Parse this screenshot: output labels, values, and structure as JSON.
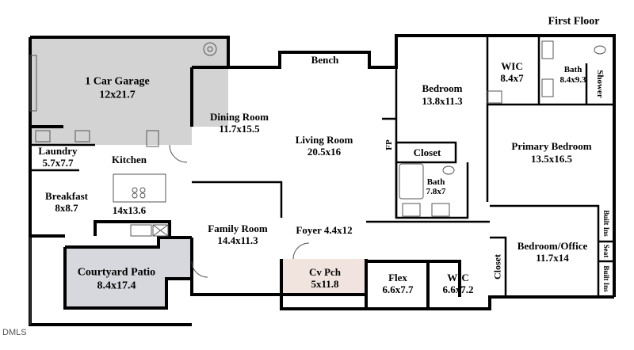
{
  "floor_title": "First Floor",
  "rooms": {
    "garage": {
      "name": "1 Car Garage",
      "size": "12x21.7"
    },
    "laundry": {
      "name": "Laundry",
      "size": "5.7x7.7"
    },
    "kitchen": {
      "name": "Kitchen",
      "size": "14x13.6"
    },
    "breakfast": {
      "name": "Breakfast",
      "size": "8x8.7"
    },
    "dining": {
      "name": "Dining Room",
      "size": "11.7x15.5"
    },
    "living": {
      "name": "Living Room",
      "size": "20.5x16"
    },
    "family": {
      "name": "Family Room",
      "size": "14.4x11.3"
    },
    "foyer": {
      "name": "Foyer 4.4x12"
    },
    "courtyard": {
      "name": "Courtyard Patio",
      "size": "8.4x17.4"
    },
    "cv_pch": {
      "name": "Cv Pch",
      "size": "5x11.8"
    },
    "flex": {
      "name": "Flex",
      "size": "6.6x7.7"
    },
    "wic_lower": {
      "name": "WIC",
      "size": "6.6x7.2"
    },
    "bedroom": {
      "name": "Bedroom",
      "size": "13.8x11.3"
    },
    "closet": {
      "name": "Closet"
    },
    "bath_hall": {
      "name": "Bath",
      "size": "7.8x7"
    },
    "wic_upper": {
      "name": "WIC",
      "size": "8.4x7"
    },
    "bath_primary": {
      "name": "Bath",
      "size": "8.4x9.3"
    },
    "shower": {
      "name": "Shower"
    },
    "primary_bedroom": {
      "name": "Primary Bedroom",
      "size": "13.5x16.5"
    },
    "bedroom_office": {
      "name": "Bedroom/Office",
      "size": "11.7x14"
    },
    "closet_office": {
      "name": "Closet"
    }
  },
  "features": {
    "bench": "Bench",
    "fp": "FP",
    "built_ins_top": "Built Ins",
    "seat": "Seat",
    "built_ins_bottom": "Built Ins"
  },
  "colors": {
    "garage_fill": "#d3d3d3",
    "courtyard_fill": "#d6d8dd",
    "cv_pch_fill": "#f1e4df",
    "wall": "#000000",
    "thin_line": "#555555"
  },
  "watermark": "DMLS"
}
